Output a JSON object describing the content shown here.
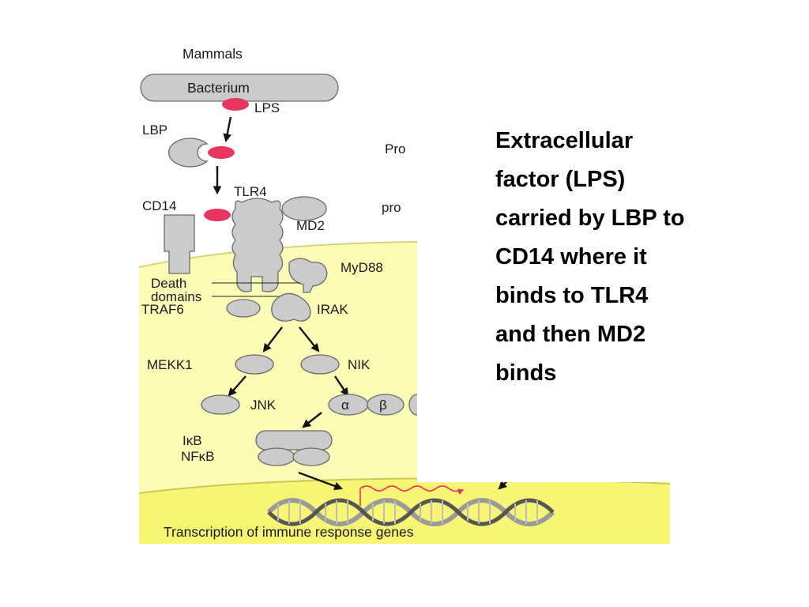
{
  "diagram": {
    "header": "Mammals",
    "labels": {
      "bacterium": "Bacterium",
      "lps": "LPS",
      "lbp": "LBP",
      "tlr4": "TLR4",
      "cd14": "CD14",
      "md2": "MD2",
      "myd88": "MyD88",
      "death": "Death",
      "domains": "domains",
      "traf6": "TRAF6",
      "irak": "IRAK",
      "mekk1": "MEKK1",
      "nik": "NIK",
      "jnk": "JNK",
      "alpha": "α",
      "beta": "β",
      "ikb": "IκB",
      "nfkb": "NFκB",
      "partial_pro1": "Pro",
      "partial_pro2": "pro",
      "transcription": "Transcription of immune response genes"
    },
    "colors": {
      "lps_dot": "#e8355f",
      "cytoplasm": "#fdfcb7",
      "nucleus": "#f8f474",
      "protein": "#cbcbcb"
    }
  },
  "caption": {
    "lines": [
      "Extracellular",
      "factor (LPS)",
      "carried by LBP to",
      "CD14 where it",
      "binds to TLR4",
      "and then MD2",
      "binds"
    ]
  }
}
